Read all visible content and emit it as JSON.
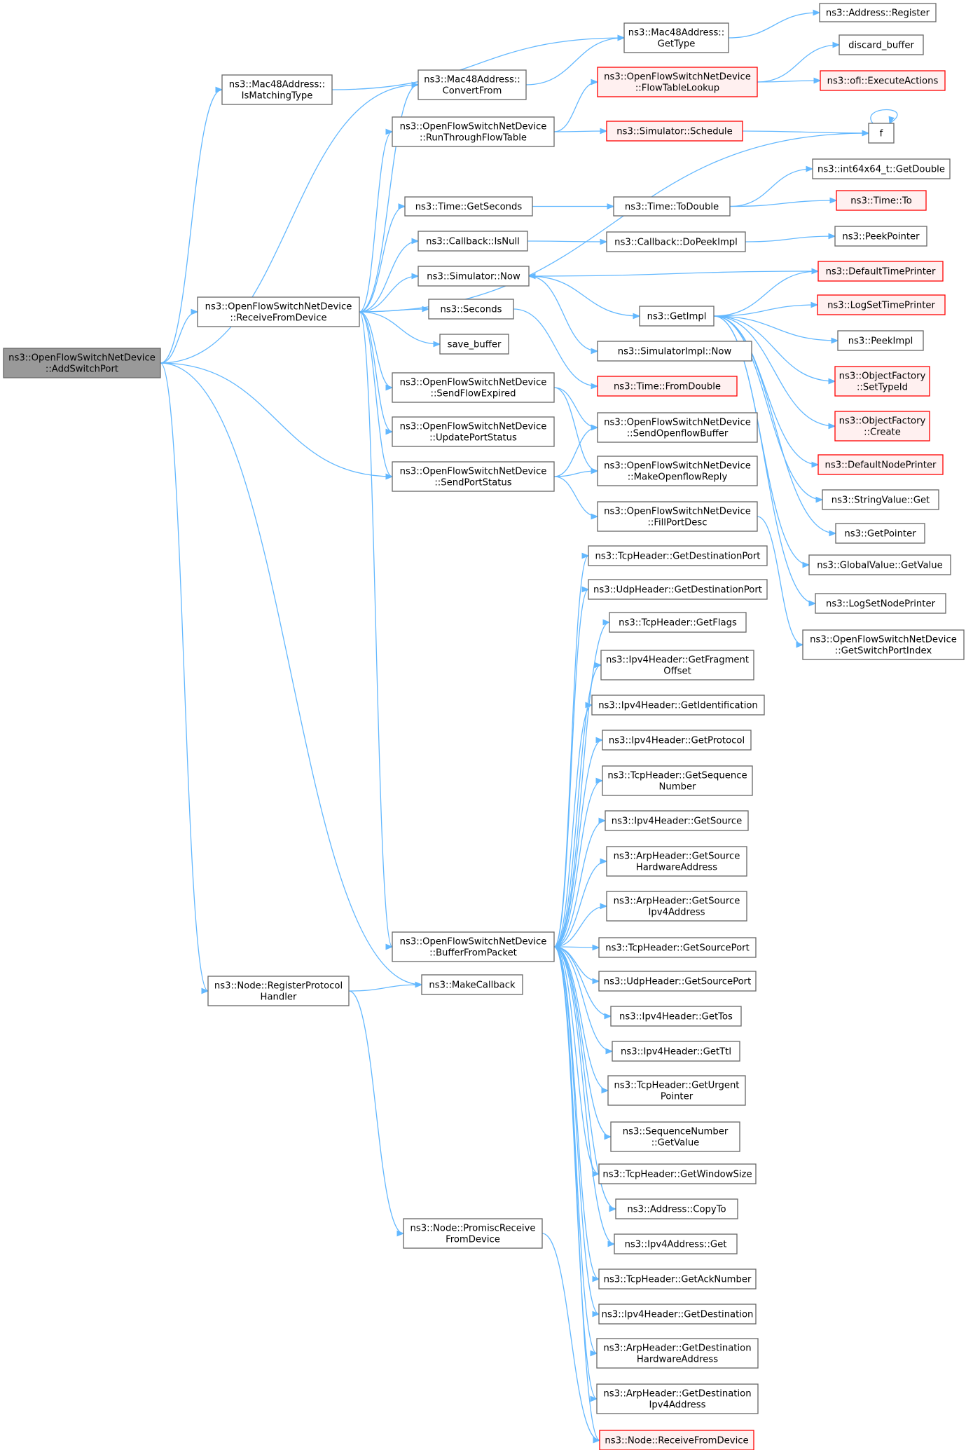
{
  "colors": {
    "edge": "#63b8ff",
    "node_fill": "#ffffff",
    "node_border": "#666666",
    "root_fill": "#999999",
    "root_border": "#666666",
    "truncated_fill": "#fff0f0",
    "truncated_border": "#ff0000"
  },
  "nodes": [
    {
      "id": "root",
      "lines": [
        "ns3::OpenFlowSwitchNetDevice",
        "::AddSwitchPort"
      ],
      "style": "root"
    },
    {
      "id": "ismatch",
      "lines": [
        "ns3::Mac48Address::",
        "IsMatchingType"
      ],
      "style": "normal"
    },
    {
      "id": "convfrom",
      "lines": [
        "ns3::Mac48Address::",
        "ConvertFrom"
      ],
      "style": "normal"
    },
    {
      "id": "gettype",
      "lines": [
        "ns3::Mac48Address::",
        "GetType"
      ],
      "style": "normal"
    },
    {
      "id": "addrreg",
      "lines": [
        "ns3::Address::Register"
      ],
      "style": "normal"
    },
    {
      "id": "discard",
      "lines": [
        "discard_buffer"
      ],
      "style": "normal"
    },
    {
      "id": "ftlookup",
      "lines": [
        "ns3::OpenFlowSwitchNetDevice",
        "::FlowTableLookup"
      ],
      "style": "truncated"
    },
    {
      "id": "execact",
      "lines": [
        "ns3::ofi::ExecuteActions"
      ],
      "style": "truncated"
    },
    {
      "id": "runthrough",
      "lines": [
        "ns3::OpenFlowSwitchNetDevice",
        "::RunThroughFlowTable"
      ],
      "style": "normal"
    },
    {
      "id": "schedule",
      "lines": [
        "ns3::Simulator::Schedule"
      ],
      "style": "truncated"
    },
    {
      "id": "f",
      "lines": [
        "f"
      ],
      "style": "normal"
    },
    {
      "id": "getdouble",
      "lines": [
        "ns3::int64x64_t::GetDouble"
      ],
      "style": "normal"
    },
    {
      "id": "getseconds",
      "lines": [
        "ns3::Time::GetSeconds"
      ],
      "style": "normal"
    },
    {
      "id": "todouble",
      "lines": [
        "ns3::Time::ToDouble"
      ],
      "style": "normal"
    },
    {
      "id": "timeto",
      "lines": [
        "ns3::Time::To"
      ],
      "style": "truncated"
    },
    {
      "id": "isnull",
      "lines": [
        "ns3::Callback::IsNull"
      ],
      "style": "normal"
    },
    {
      "id": "dopeek",
      "lines": [
        "ns3::Callback::DoPeekImpl"
      ],
      "style": "normal"
    },
    {
      "id": "peekptr",
      "lines": [
        "ns3::PeekPointer"
      ],
      "style": "normal"
    },
    {
      "id": "simnow",
      "lines": [
        "ns3::Simulator::Now"
      ],
      "style": "normal"
    },
    {
      "id": "deftime",
      "lines": [
        "ns3::DefaultTimePrinter"
      ],
      "style": "truncated"
    },
    {
      "id": "recvfromdev",
      "lines": [
        "ns3::OpenFlowSwitchNetDevice",
        "::ReceiveFromDevice"
      ],
      "style": "normal"
    },
    {
      "id": "getimpl",
      "lines": [
        "ns3::GetImpl"
      ],
      "style": "normal"
    },
    {
      "id": "logsettime",
      "lines": [
        "ns3::LogSetTimePrinter"
      ],
      "style": "truncated"
    },
    {
      "id": "seconds",
      "lines": [
        "ns3::Seconds"
      ],
      "style": "normal"
    },
    {
      "id": "peekimpl",
      "lines": [
        "ns3::PeekImpl"
      ],
      "style": "normal"
    },
    {
      "id": "saveb",
      "lines": [
        "save_buffer"
      ],
      "style": "normal"
    },
    {
      "id": "simimplnow",
      "lines": [
        "ns3::SimulatorImpl::Now"
      ],
      "style": "normal"
    },
    {
      "id": "ofsettype",
      "lines": [
        "ns3::ObjectFactory",
        "::SetTypeId"
      ],
      "style": "truncated"
    },
    {
      "id": "sendflowexp",
      "lines": [
        "ns3::OpenFlowSwitchNetDevice",
        "::SendFlowExpired"
      ],
      "style": "normal"
    },
    {
      "id": "fromdouble",
      "lines": [
        "ns3::Time::FromDouble"
      ],
      "style": "truncated"
    },
    {
      "id": "updateport",
      "lines": [
        "ns3::OpenFlowSwitchNetDevice",
        "::UpdatePortStatus"
      ],
      "style": "normal"
    },
    {
      "id": "sendofbuf",
      "lines": [
        "ns3::OpenFlowSwitchNetDevice",
        "::SendOpenflowBuffer"
      ],
      "style": "normal"
    },
    {
      "id": "ofcreate",
      "lines": [
        "ns3::ObjectFactory",
        "::Create"
      ],
      "style": "truncated"
    },
    {
      "id": "sendportstat",
      "lines": [
        "ns3::OpenFlowSwitchNetDevice",
        "::SendPortStatus"
      ],
      "style": "normal"
    },
    {
      "id": "makeofreply",
      "lines": [
        "ns3::OpenFlowSwitchNetDevice",
        "::MakeOpenflowReply"
      ],
      "style": "normal"
    },
    {
      "id": "defnode",
      "lines": [
        "ns3::DefaultNodePrinter"
      ],
      "style": "truncated"
    },
    {
      "id": "strget",
      "lines": [
        "ns3::StringValue::Get"
      ],
      "style": "normal"
    },
    {
      "id": "fillport",
      "lines": [
        "ns3::OpenFlowSwitchNetDevice",
        "::FillPortDesc"
      ],
      "style": "normal"
    },
    {
      "id": "getpointer",
      "lines": [
        "ns3::GetPointer"
      ],
      "style": "normal"
    },
    {
      "id": "tcpdstport",
      "lines": [
        "ns3::TcpHeader::GetDestinationPort"
      ],
      "style": "normal"
    },
    {
      "id": "gvgetvalue",
      "lines": [
        "ns3::GlobalValue::GetValue"
      ],
      "style": "normal"
    },
    {
      "id": "udpdstport",
      "lines": [
        "ns3::UdpHeader::GetDestinationPort"
      ],
      "style": "normal"
    },
    {
      "id": "logsetnode",
      "lines": [
        "ns3::LogSetNodePrinter"
      ],
      "style": "normal"
    },
    {
      "id": "tcpflags",
      "lines": [
        "ns3::TcpHeader::GetFlags"
      ],
      "style": "normal"
    },
    {
      "id": "getswidx",
      "lines": [
        "ns3::OpenFlowSwitchNetDevice",
        "::GetSwitchPortIndex"
      ],
      "style": "normal"
    },
    {
      "id": "ipv4frag",
      "lines": [
        "ns3::Ipv4Header::GetFragment",
        "Offset"
      ],
      "style": "normal"
    },
    {
      "id": "ipv4ident",
      "lines": [
        "ns3::Ipv4Header::GetIdentification"
      ],
      "style": "normal"
    },
    {
      "id": "ipv4proto",
      "lines": [
        "ns3::Ipv4Header::GetProtocol"
      ],
      "style": "normal"
    },
    {
      "id": "tcpseq",
      "lines": [
        "ns3::TcpHeader::GetSequence",
        "Number"
      ],
      "style": "normal"
    },
    {
      "id": "ipv4src",
      "lines": [
        "ns3::Ipv4Header::GetSource"
      ],
      "style": "normal"
    },
    {
      "id": "arpsrchw",
      "lines": [
        "ns3::ArpHeader::GetSource",
        "HardwareAddress"
      ],
      "style": "normal"
    },
    {
      "id": "arpsrcip",
      "lines": [
        "ns3::ArpHeader::GetSource",
        "Ipv4Address"
      ],
      "style": "normal"
    },
    {
      "id": "buffrompkt",
      "lines": [
        "ns3::OpenFlowSwitchNetDevice",
        "::BufferFromPacket"
      ],
      "style": "normal"
    },
    {
      "id": "tcpsrcport",
      "lines": [
        "ns3::TcpHeader::GetSourcePort"
      ],
      "style": "normal"
    },
    {
      "id": "regproto",
      "lines": [
        "ns3::Node::RegisterProtocol",
        "Handler"
      ],
      "style": "normal"
    },
    {
      "id": "makecb",
      "lines": [
        "ns3::MakeCallback"
      ],
      "style": "normal"
    },
    {
      "id": "udpsrcport",
      "lines": [
        "ns3::UdpHeader::GetSourcePort"
      ],
      "style": "normal"
    },
    {
      "id": "ipv4tos",
      "lines": [
        "ns3::Ipv4Header::GetTos"
      ],
      "style": "normal"
    },
    {
      "id": "ipv4ttl",
      "lines": [
        "ns3::Ipv4Header::GetTtl"
      ],
      "style": "normal"
    },
    {
      "id": "tcpurg",
      "lines": [
        "ns3::TcpHeader::GetUrgent",
        "Pointer"
      ],
      "style": "normal"
    },
    {
      "id": "seqgetval",
      "lines": [
        "ns3::SequenceNumber",
        "::GetValue"
      ],
      "style": "normal"
    },
    {
      "id": "tcpwin",
      "lines": [
        "ns3::TcpHeader::GetWindowSize"
      ],
      "style": "normal"
    },
    {
      "id": "addrcopy",
      "lines": [
        "ns3::Address::CopyTo"
      ],
      "style": "normal"
    },
    {
      "id": "promisc",
      "lines": [
        "ns3::Node::PromiscReceive",
        "FromDevice"
      ],
      "style": "normal"
    },
    {
      "id": "ipv4get",
      "lines": [
        "ns3::Ipv4Address::Get"
      ],
      "style": "normal"
    },
    {
      "id": "tcpack",
      "lines": [
        "ns3::TcpHeader::GetAckNumber"
      ],
      "style": "normal"
    },
    {
      "id": "ipv4dst",
      "lines": [
        "ns3::Ipv4Header::GetDestination"
      ],
      "style": "normal"
    },
    {
      "id": "arpdsthw",
      "lines": [
        "ns3::ArpHeader::GetDestination",
        "HardwareAddress"
      ],
      "style": "normal"
    },
    {
      "id": "arpdstip",
      "lines": [
        "ns3::ArpHeader::GetDestination",
        "Ipv4Address"
      ],
      "style": "normal"
    },
    {
      "id": "nodercv",
      "lines": [
        "ns3::Node::ReceiveFromDevice"
      ],
      "style": "truncated"
    }
  ],
  "edges": [
    [
      "root",
      "ismatch"
    ],
    [
      "root",
      "convfrom"
    ],
    [
      "root",
      "recvfromdev"
    ],
    [
      "root",
      "sendportstat"
    ],
    [
      "root",
      "makecb"
    ],
    [
      "root",
      "regproto"
    ],
    [
      "ismatch",
      "gettype"
    ],
    [
      "convfrom",
      "gettype"
    ],
    [
      "gettype",
      "addrreg"
    ],
    [
      "recvfromdev",
      "convfrom"
    ],
    [
      "recvfromdev",
      "runthrough"
    ],
    [
      "recvfromdev",
      "f"
    ],
    [
      "recvfromdev",
      "getseconds"
    ],
    [
      "recvfromdev",
      "isnull"
    ],
    [
      "recvfromdev",
      "simnow"
    ],
    [
      "recvfromdev",
      "seconds"
    ],
    [
      "recvfromdev",
      "saveb"
    ],
    [
      "recvfromdev",
      "sendflowexp"
    ],
    [
      "recvfromdev",
      "updateport"
    ],
    [
      "recvfromdev",
      "sendportstat"
    ],
    [
      "recvfromdev",
      "buffrompkt"
    ],
    [
      "runthrough",
      "ftlookup"
    ],
    [
      "runthrough",
      "schedule"
    ],
    [
      "ftlookup",
      "discard"
    ],
    [
      "ftlookup",
      "execact"
    ],
    [
      "schedule",
      "f"
    ],
    [
      "f",
      "f"
    ],
    [
      "getseconds",
      "todouble"
    ],
    [
      "todouble",
      "getdouble"
    ],
    [
      "todouble",
      "timeto"
    ],
    [
      "isnull",
      "dopeek"
    ],
    [
      "dopeek",
      "peekptr"
    ],
    [
      "simnow",
      "getimpl"
    ],
    [
      "simnow",
      "simimplnow"
    ],
    [
      "deftime",
      "simnow"
    ],
    [
      "seconds",
      "fromdouble"
    ],
    [
      "getimpl",
      "deftime"
    ],
    [
      "getimpl",
      "logsettime"
    ],
    [
      "getimpl",
      "peekimpl"
    ],
    [
      "getimpl",
      "ofsettype"
    ],
    [
      "getimpl",
      "ofcreate"
    ],
    [
      "getimpl",
      "defnode"
    ],
    [
      "getimpl",
      "strget"
    ],
    [
      "getimpl",
      "getpointer"
    ],
    [
      "getimpl",
      "gvgetvalue"
    ],
    [
      "getimpl",
      "logsetnode"
    ],
    [
      "sendflowexp",
      "sendofbuf"
    ],
    [
      "sendflowexp",
      "makeofreply"
    ],
    [
      "sendportstat",
      "sendofbuf"
    ],
    [
      "sendportstat",
      "makeofreply"
    ],
    [
      "sendportstat",
      "fillport"
    ],
    [
      "fillport",
      "getswidx"
    ],
    [
      "buffrompkt",
      "tcpdstport"
    ],
    [
      "buffrompkt",
      "udpdstport"
    ],
    [
      "buffrompkt",
      "tcpflags"
    ],
    [
      "buffrompkt",
      "ipv4frag"
    ],
    [
      "buffrompkt",
      "ipv4ident"
    ],
    [
      "buffrompkt",
      "ipv4proto"
    ],
    [
      "buffrompkt",
      "tcpseq"
    ],
    [
      "buffrompkt",
      "ipv4src"
    ],
    [
      "buffrompkt",
      "arpsrchw"
    ],
    [
      "buffrompkt",
      "arpsrcip"
    ],
    [
      "buffrompkt",
      "tcpsrcport"
    ],
    [
      "buffrompkt",
      "udpsrcport"
    ],
    [
      "buffrompkt",
      "ipv4tos"
    ],
    [
      "buffrompkt",
      "ipv4ttl"
    ],
    [
      "buffrompkt",
      "tcpurg"
    ],
    [
      "buffrompkt",
      "seqgetval"
    ],
    [
      "buffrompkt",
      "tcpwin"
    ],
    [
      "buffrompkt",
      "addrcopy"
    ],
    [
      "buffrompkt",
      "ipv4get"
    ],
    [
      "buffrompkt",
      "tcpack"
    ],
    [
      "buffrompkt",
      "ipv4dst"
    ],
    [
      "buffrompkt",
      "arpdsthw"
    ],
    [
      "buffrompkt",
      "arpdstip"
    ],
    [
      "buffrompkt",
      "nodercv"
    ],
    [
      "regproto",
      "makecb"
    ],
    [
      "regproto",
      "promisc"
    ],
    [
      "promisc",
      "nodercv"
    ]
  ]
}
